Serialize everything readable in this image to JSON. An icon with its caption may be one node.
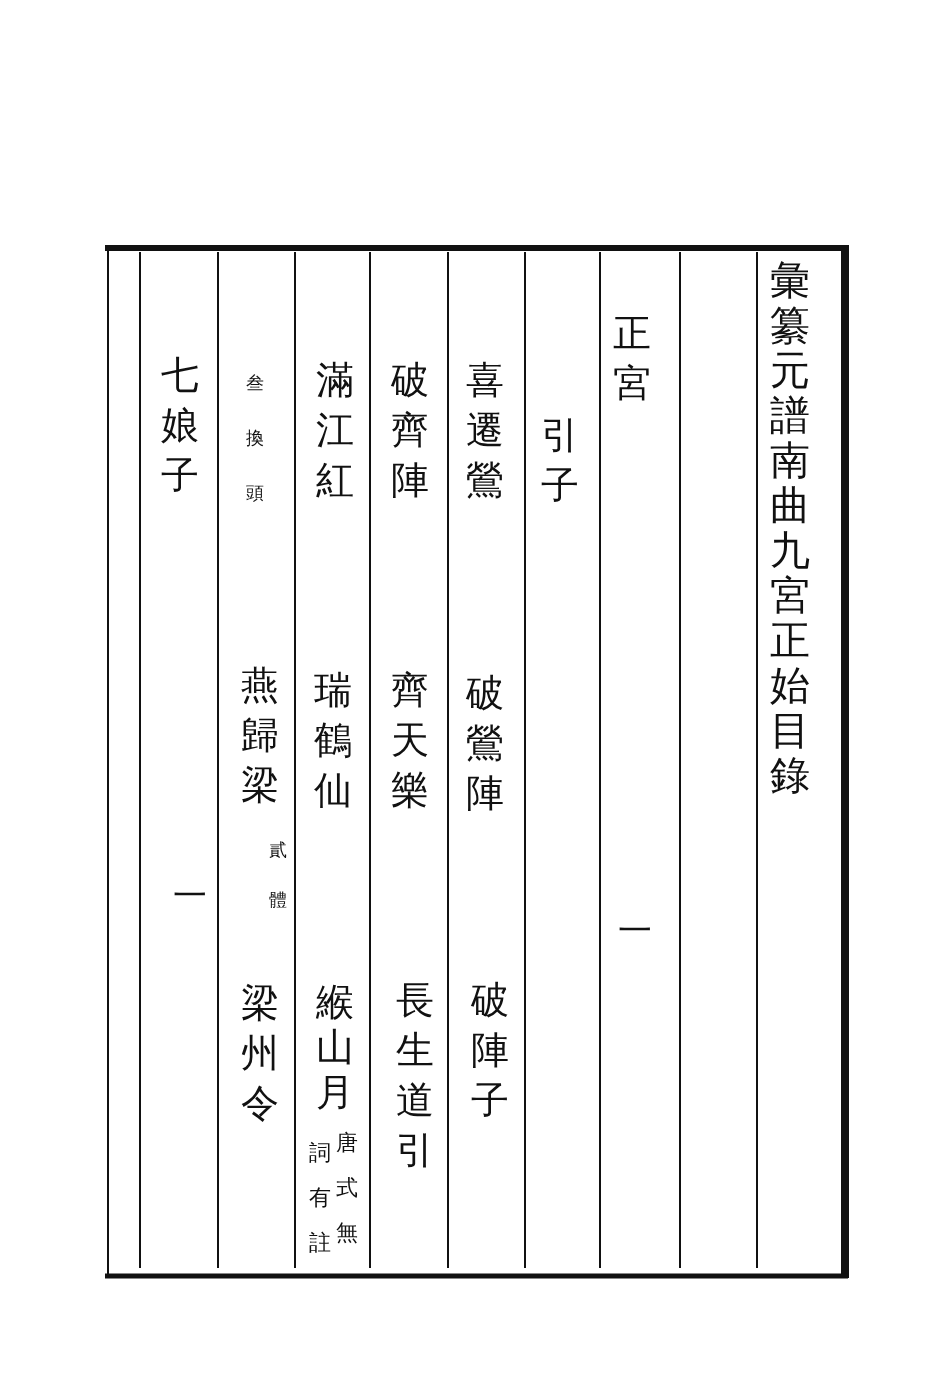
{
  "diagram": {
    "title": "彙纂元譜南曲九宮正始目錄",
    "labels": [
      "正宮",
      "引子",
      "喜遷鶯",
      "破鶯陣",
      "一",
      "破陣子",
      "破齊陣",
      "齊天樂",
      "長生道引",
      "滿江紅",
      "瑞鶴仙",
      "緱山月",
      "唐式無",
      "詞有註",
      "叁換頭",
      "燕歸梁",
      "貳體",
      "梁州令",
      "七娘子",
      "一"
    ]
  }
}
